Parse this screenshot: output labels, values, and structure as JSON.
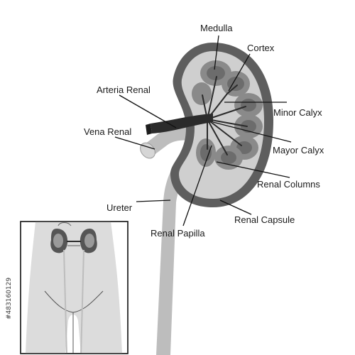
{
  "labels": {
    "medulla": "Medulla",
    "cortex": "Cortex",
    "arteria_renal": "Arteria Renal",
    "minor_calyx": "Minor Calyx",
    "vena_renal": "Vena Renal",
    "mayor_calyx": "Mayor Calyx",
    "renal_columns": "Renal Columns",
    "ureter": "Ureter",
    "renal_capsule": "Renal Capsule",
    "renal_papilla": "Renal Papilla"
  },
  "stock_id": "#483160129",
  "colors": {
    "capsule": "#5e5e5e",
    "cortex": "#cfcfcf",
    "pyramid": "#8a8a8a",
    "pyramid_core": "#6c6c6c",
    "artery": "#2b2b2b",
    "vein_ureter": "#bdbdbd",
    "inset_bg": "#dcdcdc",
    "inset_border": "#222222"
  }
}
